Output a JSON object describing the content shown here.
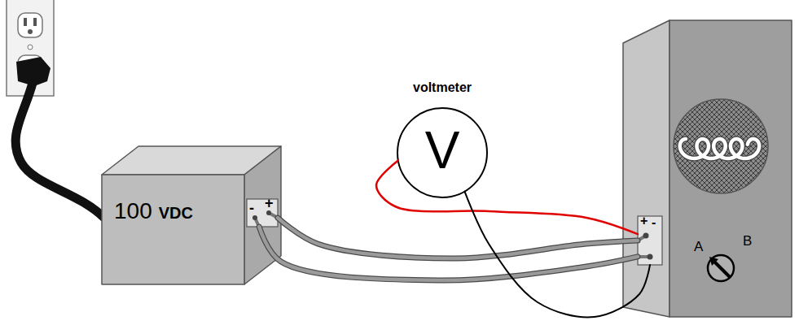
{
  "diagram": {
    "nodes": [
      {
        "text": [
          "100",
          "VDC"
        ]
      },
      {
        "text": [
          "-",
          "+"
        ],
        "in": 0
      },
      {
        "text": [
          "voltmeter",
          "V"
        ]
      },
      {
        "text": [
          "A",
          "B"
        ]
      },
      {
        "text": [
          "+",
          "-"
        ],
        "in": 3
      }
    ],
    "edges": [
      {
        "from": 1,
        "to": 4,
        "arrow": "none"
      },
      {
        "from": 1,
        "to": 4,
        "arrow": "none"
      },
      {
        "from": 2,
        "to": 4,
        "arrow": "none"
      },
      {
        "from": 2,
        "to": 4,
        "arrow": "none"
      }
    ]
  }
}
